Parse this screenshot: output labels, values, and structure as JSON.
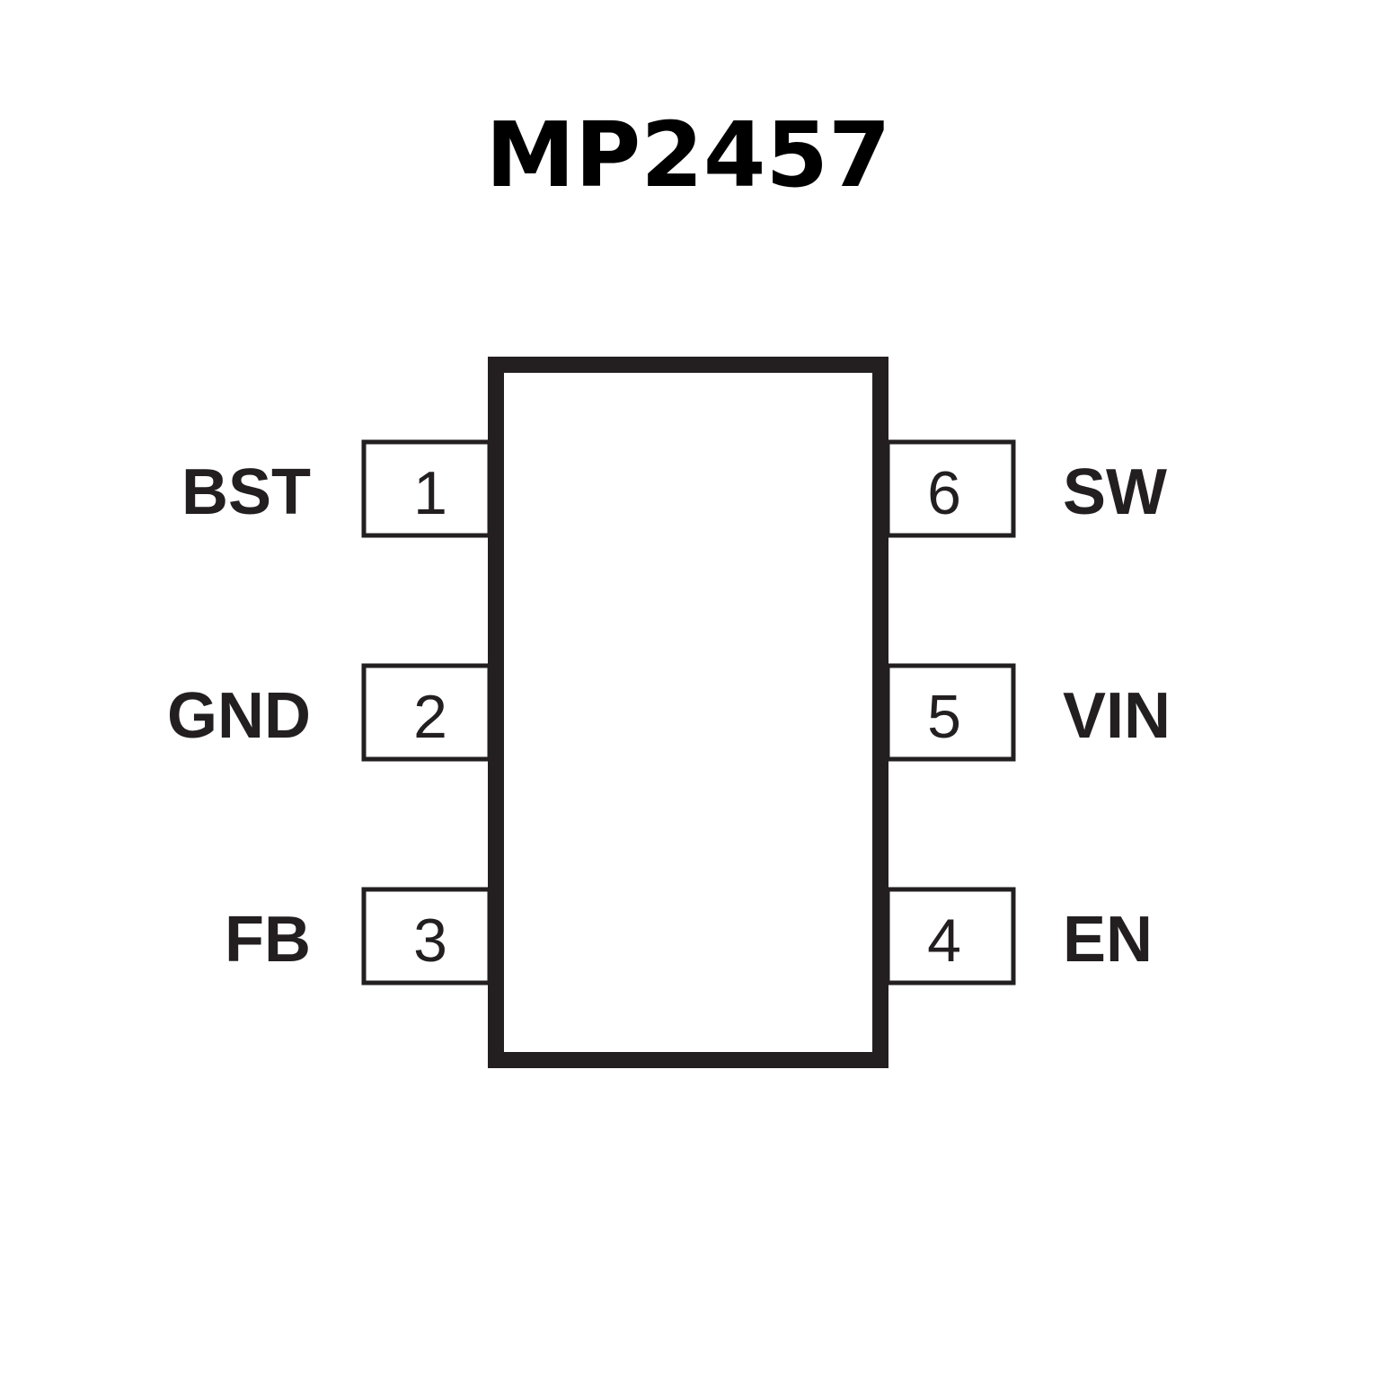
{
  "title": "MP2457",
  "pins": [
    {
      "number": "1",
      "name": "BST",
      "side": "left"
    },
    {
      "number": "2",
      "name": "GND",
      "side": "left"
    },
    {
      "number": "3",
      "name": "FB",
      "side": "left"
    },
    {
      "number": "4",
      "name": "EN",
      "side": "right"
    },
    {
      "number": "5",
      "name": "VIN",
      "side": "right"
    },
    {
      "number": "6",
      "name": "SW",
      "side": "right"
    }
  ],
  "colors": {
    "stroke": "#231f20",
    "title": "#000000",
    "background": "#ffffff"
  }
}
